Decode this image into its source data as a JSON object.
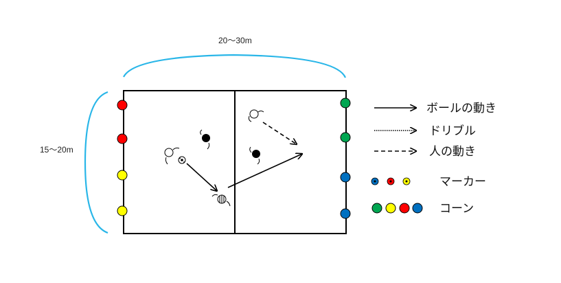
{
  "dimensions": {
    "width_label": "20～30m",
    "height_label": "15～20m"
  },
  "legend": {
    "ball_movement": "ボールの動き",
    "dribble": "ドリブル",
    "player_movement": "人の動き",
    "marker": "マーカー",
    "cone": "コーン"
  },
  "colors": {
    "outline": "#000000",
    "bracket": "#29b6e8",
    "red": "#ff0000",
    "yellow": "#ffff00",
    "green": "#00a651",
    "blue": "#0070c0"
  },
  "cones": {
    "left": [
      "red",
      "red",
      "yellow",
      "yellow"
    ],
    "right": [
      "green",
      "green",
      "blue",
      "blue"
    ]
  },
  "marker_colors": [
    "blue",
    "red",
    "yellow"
  ],
  "cone_legend_colors": [
    "green",
    "yellow",
    "red",
    "blue"
  ]
}
